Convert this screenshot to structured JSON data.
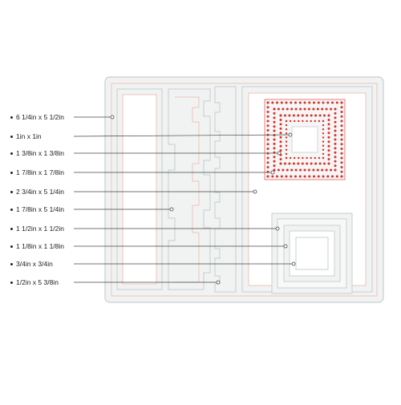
{
  "labels": [
    "6 1/4in x 5 1/2in",
    "1in x 1in",
    "1 3/8in x 1 3/8in",
    "1 7/8in x 1 7/8in",
    "2 3/4in x 5 1/4in",
    "1 7/8in x 5 1/4in",
    "1 1/2in x 1 1/2in",
    "1 1/8in x 1 1/8in",
    "3/4in x 3/4in",
    "1/2in x 5 3/8in"
  ],
  "colors": {
    "die_fill": "#f1f3f3",
    "die_stroke": "#c8cdcd",
    "die_outline_red": "#e8b8b0",
    "dot_red": "#d9312c",
    "leader_line": "#444444"
  }
}
